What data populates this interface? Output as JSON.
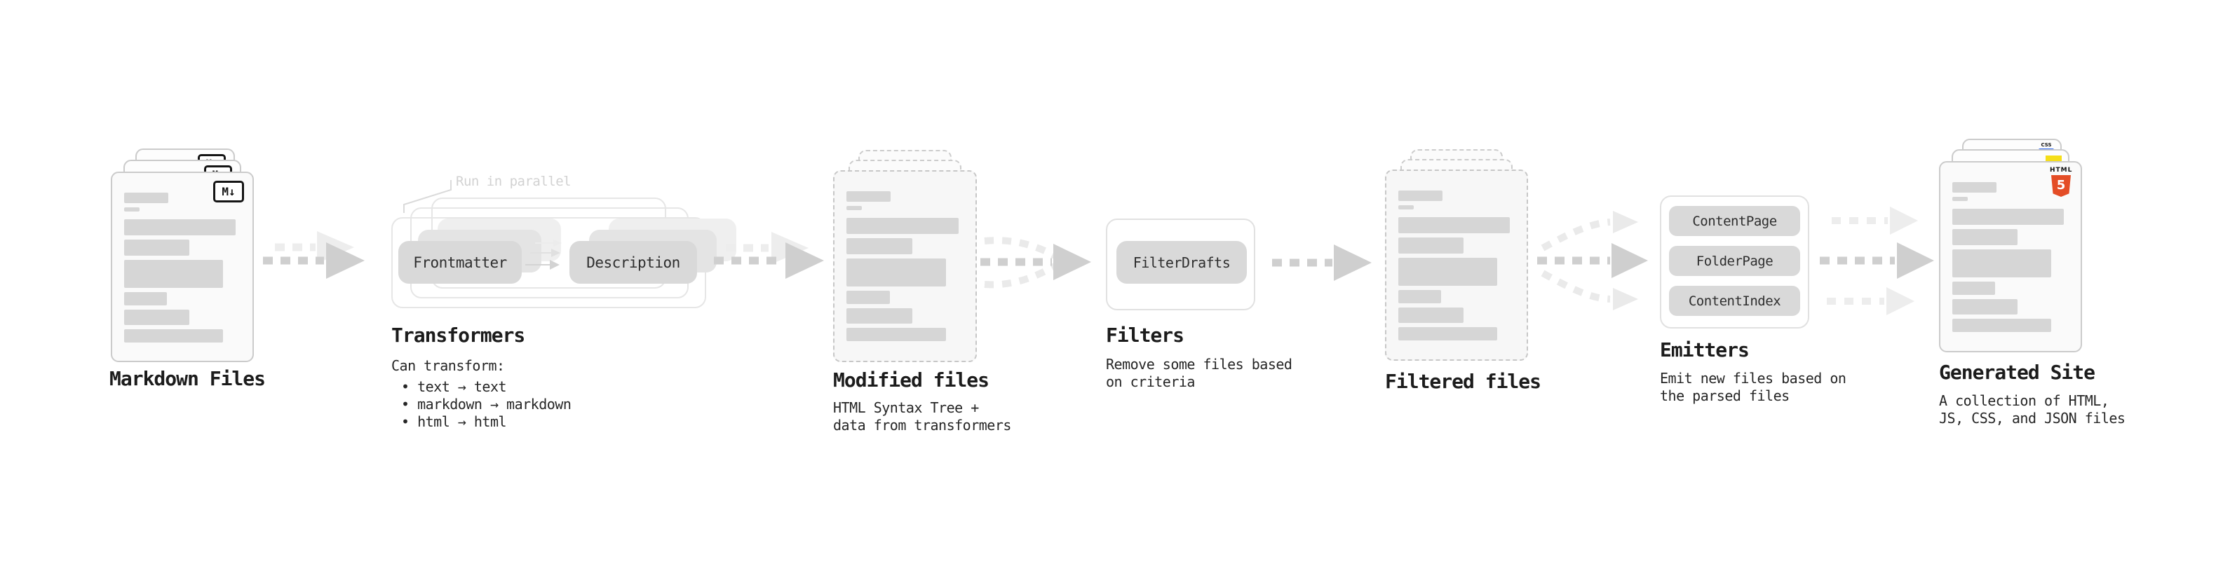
{
  "stages": {
    "markdown": {
      "title": "Markdown Files"
    },
    "transformers": {
      "title": "Transformers",
      "annotation": "Run in parallel",
      "pill_left": "Frontmatter",
      "pill_right": "Description",
      "desc_heading": "Can transform:",
      "bullets": [
        "• text → text",
        "• markdown → markdown",
        "• html → html"
      ]
    },
    "modified": {
      "title": "Modified files",
      "desc": [
        "HTML Syntax Tree +",
        "data from transformers"
      ]
    },
    "filters": {
      "title": "Filters",
      "pill": "FilterDrafts",
      "desc": [
        "Remove some files based",
        "on criteria"
      ]
    },
    "filtered": {
      "title": "Filtered files"
    },
    "emitters": {
      "title": "Emitters",
      "pills": [
        "ContentPage",
        "FolderPage",
        "ContentIndex"
      ],
      "desc": [
        "Emit new files based on",
        "the parsed files"
      ]
    },
    "generated": {
      "title": "Generated Site",
      "desc": [
        "A collection of HTML,",
        "JS, CSS, and JSON files"
      ]
    }
  },
  "badges": {
    "markdown": "M↓",
    "html5_label": "HTML",
    "html5_number": "5",
    "css_label": "CSS"
  },
  "colors": {
    "html5_orange": "#e44d26",
    "js_yellow": "#f5de19",
    "css_blue": "#2a65f0",
    "arrow_gray": "#cfcfcf",
    "arrow_light": "#ededed"
  }
}
